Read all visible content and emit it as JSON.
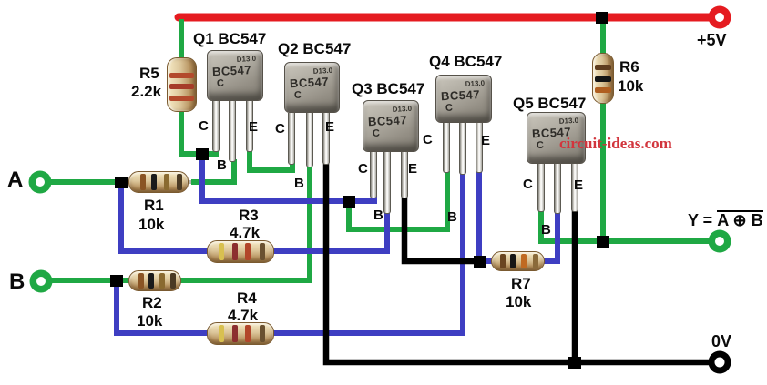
{
  "watermark": "circuit-ideas.com",
  "power": {
    "vcc": "+5V",
    "gnd": "0V"
  },
  "inputs": {
    "a": "A",
    "b": "B"
  },
  "output": {
    "prefix": "Y = ",
    "expr": "A ⊕ B"
  },
  "transistors": [
    {
      "label": "Q1 BC547",
      "marking": [
        "D13.0",
        "BC547",
        "C"
      ],
      "pins": [
        "C",
        "B",
        "E"
      ]
    },
    {
      "label": "Q2 BC547",
      "marking": [
        "D13.0",
        "BC547",
        "C"
      ],
      "pins": [
        "C",
        "B",
        "E"
      ]
    },
    {
      "label": "Q3 BC547",
      "marking": [
        "D13.0",
        "BC547",
        "C"
      ],
      "pins": [
        "C",
        "B",
        "E"
      ]
    },
    {
      "label": "Q4 BC547",
      "marking": [
        "D13.0",
        "BC547",
        "C"
      ],
      "pins": [
        "C",
        "B",
        "E"
      ]
    },
    {
      "label": "Q5 BC547",
      "marking": [
        "D13.0",
        "BC547",
        "C"
      ],
      "pins": [
        "C",
        "B",
        "E"
      ]
    }
  ],
  "resistors": [
    {
      "ref": "R1",
      "value": "10k"
    },
    {
      "ref": "R2",
      "value": "10k"
    },
    {
      "ref": "R3",
      "value": "4.7k"
    },
    {
      "ref": "R4",
      "value": "4.7k"
    },
    {
      "ref": "R5",
      "value": "2.2k"
    },
    {
      "ref": "R6",
      "value": "10k"
    },
    {
      "ref": "R7",
      "value": "10k"
    }
  ],
  "colors": {
    "wire_green": "#1fa844",
    "wire_blue": "#3e3ec2",
    "rail_red": "#e51b20",
    "wire_black": "#000000",
    "watermark_red": "#d2353d"
  }
}
